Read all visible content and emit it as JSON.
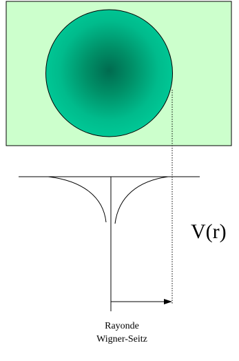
{
  "potential_label": "V(r)",
  "radius_label": {
    "line1": "Rayonde",
    "line2": "Wigner-Seitz"
  },
  "colors": {
    "cell_fill": "#ccffcc",
    "sphere_center": "#006b4f",
    "sphere_edge": "#00c896",
    "line": "#000000"
  }
}
